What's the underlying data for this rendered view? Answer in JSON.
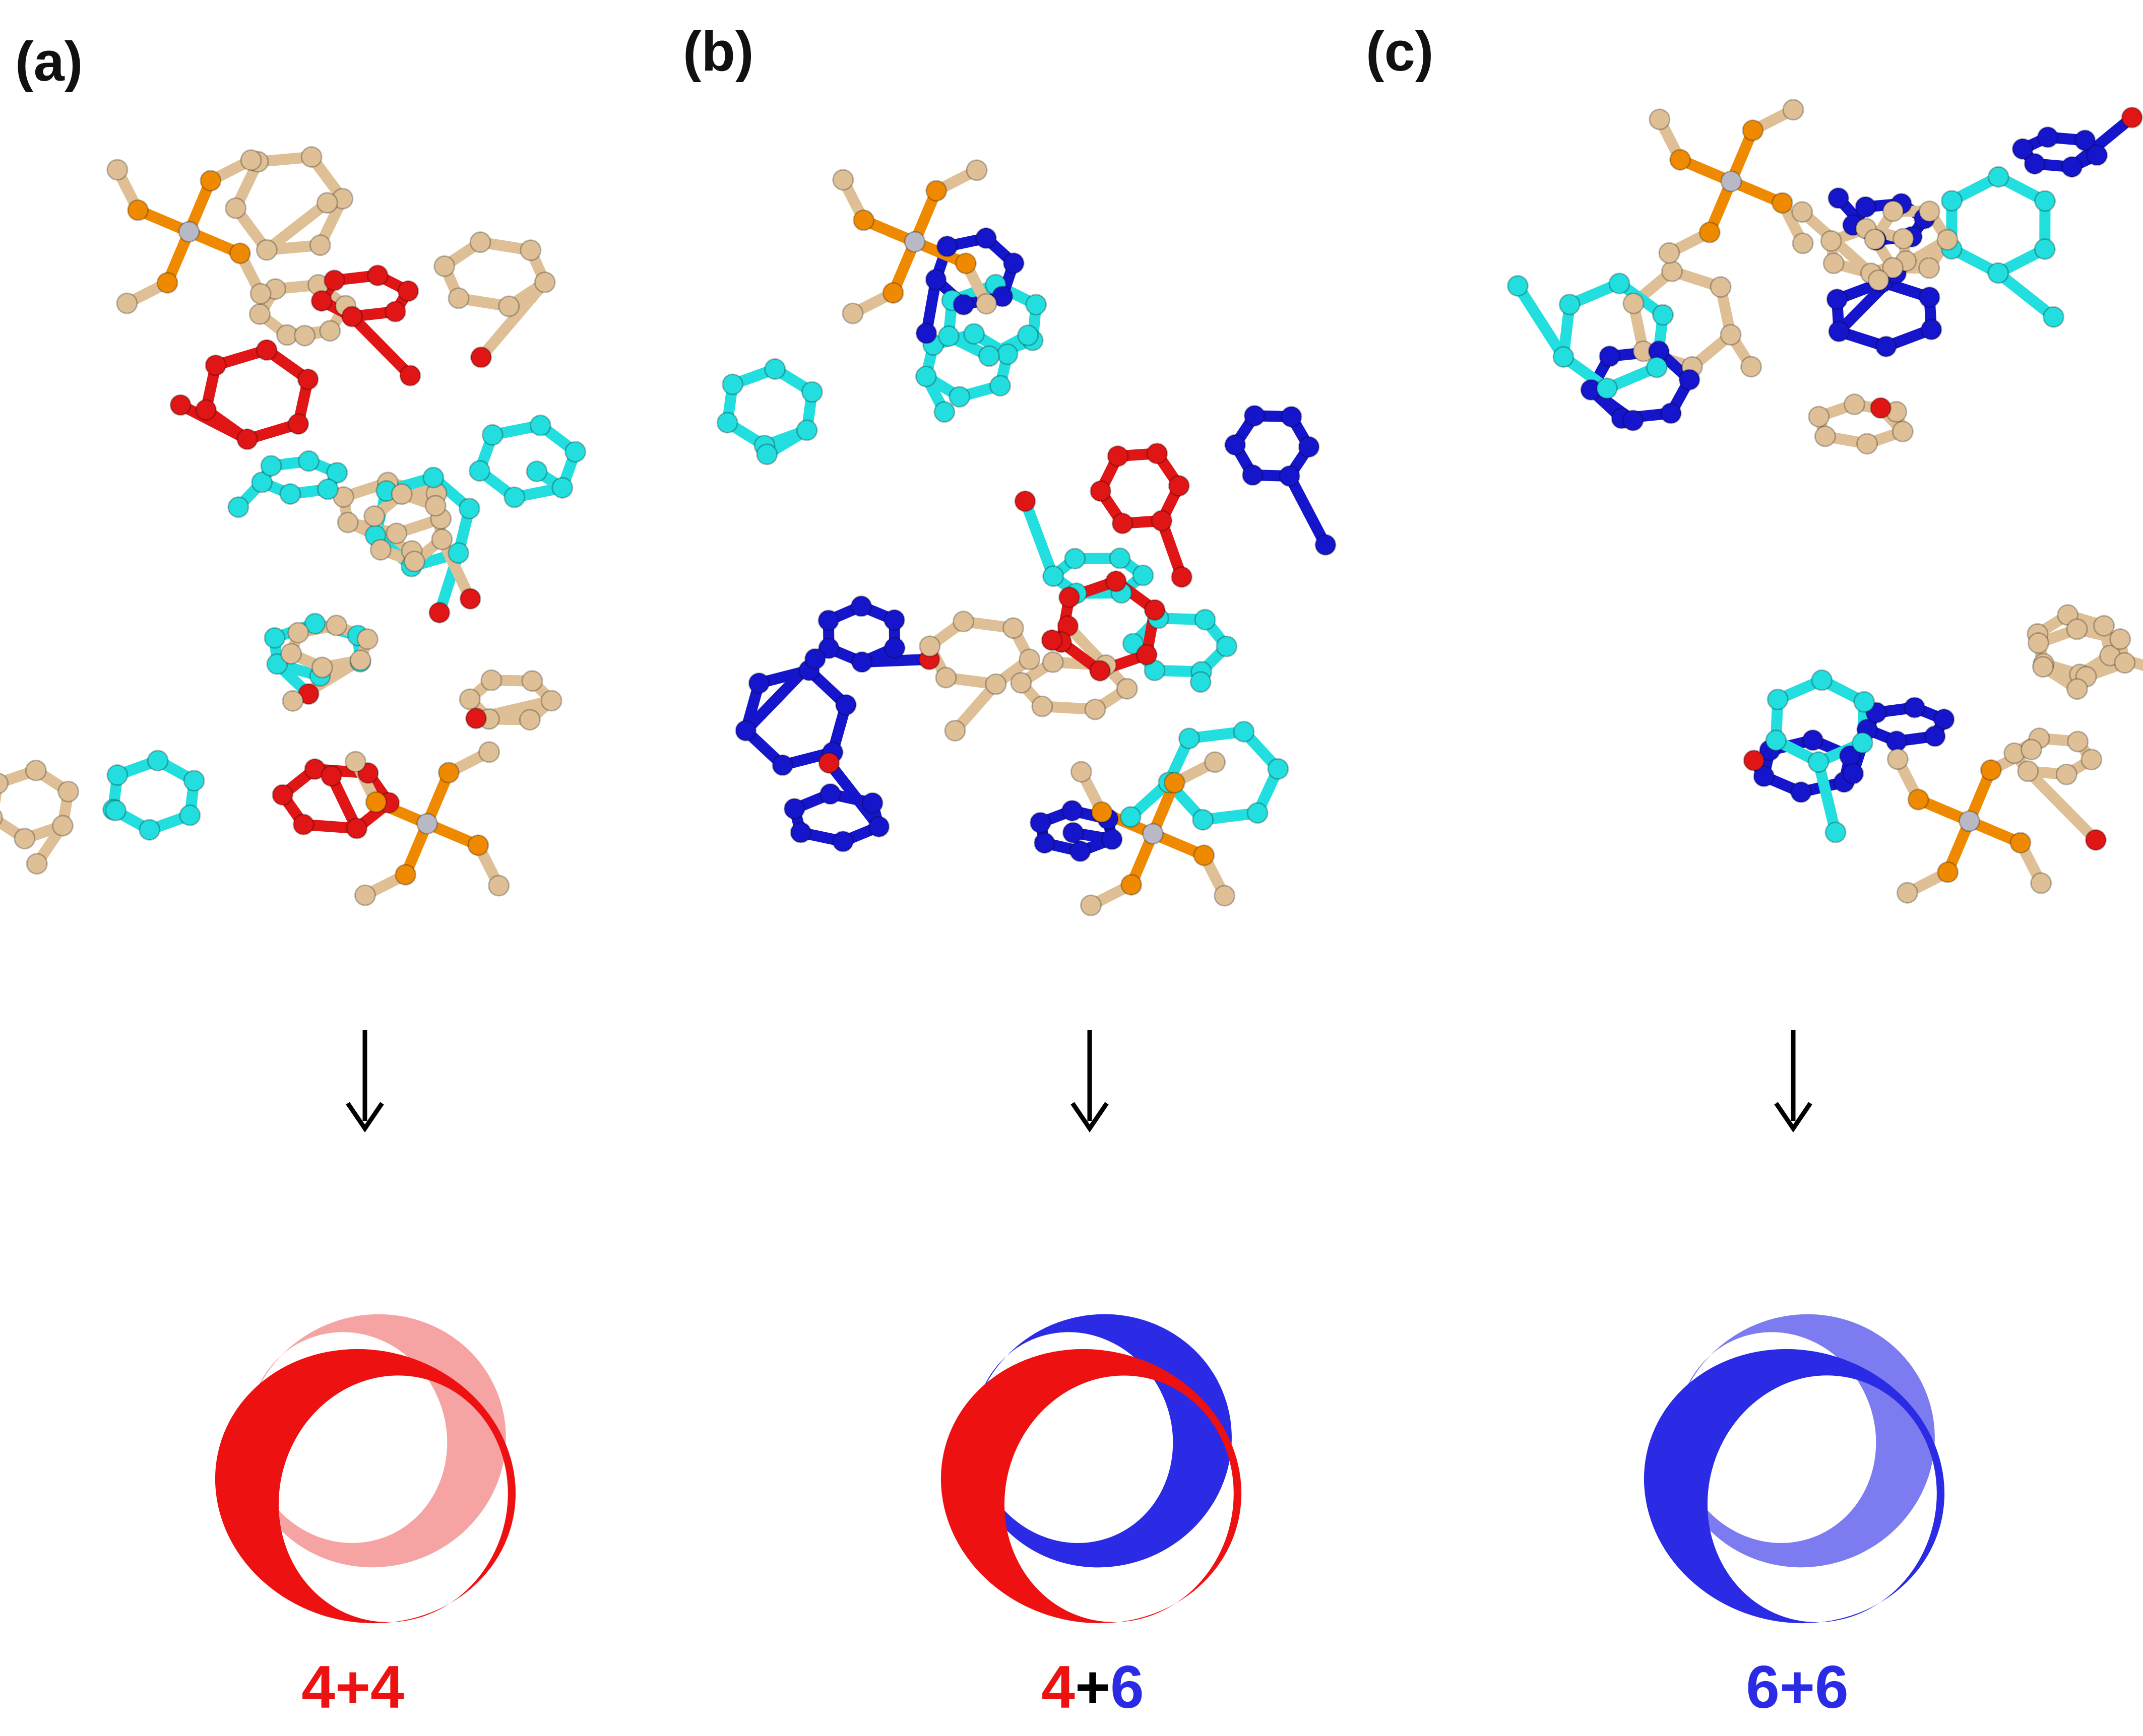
{
  "panels": [
    {
      "label": "(a)",
      "composition": [
        "4",
        "+",
        "4"
      ],
      "composition_colors": [
        "#ee1111",
        "#ee1111",
        "#ee1111"
      ],
      "ring_colors": {
        "upper": "#f5a3a3",
        "lower": "#ee1111"
      }
    },
    {
      "label": "(b)",
      "composition": [
        "4",
        "+",
        "6"
      ],
      "composition_colors": [
        "#ee1111",
        "#000000",
        "#2b2be6"
      ],
      "ring_colors": {
        "upper": "#2b2be6",
        "lower": "#ee1111"
      }
    },
    {
      "label": "(c)",
      "composition": [
        "6",
        "+",
        "6"
      ],
      "composition_colors": [
        "#2b2be6",
        "#2b2be6",
        "#2b2be6"
      ],
      "ring_colors": {
        "upper": "#7c7cf0",
        "lower": "#2b2be6"
      }
    }
  ],
  "atom_colors": {
    "tan": "#dfc096",
    "cyan": "#22dede",
    "red": "#e01515",
    "blue": "#1515cc",
    "orange": "#ef8a00",
    "grey": "#b9b9c6"
  }
}
